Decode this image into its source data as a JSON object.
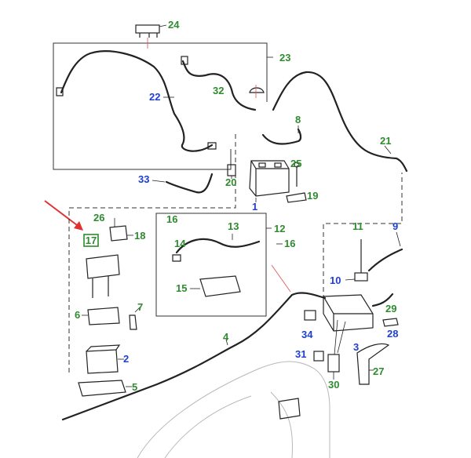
{
  "callouts": [
    {
      "n": "24",
      "c": "g"
    },
    {
      "n": "23",
      "c": "g"
    },
    {
      "n": "22",
      "c": "b"
    },
    {
      "n": "32",
      "c": "g"
    },
    {
      "n": "8",
      "c": "g"
    },
    {
      "n": "21",
      "c": "g"
    },
    {
      "n": "33",
      "c": "b"
    },
    {
      "n": "20",
      "c": "g"
    },
    {
      "n": "25",
      "c": "g"
    },
    {
      "n": "19",
      "c": "g"
    },
    {
      "n": "1",
      "c": "b"
    },
    {
      "n": "26",
      "c": "g"
    },
    {
      "n": "18",
      "c": "g"
    },
    {
      "n": "16",
      "c": "g"
    },
    {
      "n": "16",
      "c": "g"
    },
    {
      "n": "13",
      "c": "g"
    },
    {
      "n": "12",
      "c": "g"
    },
    {
      "n": "14",
      "c": "g"
    },
    {
      "n": "11",
      "c": "g"
    },
    {
      "n": "9",
      "c": "b"
    },
    {
      "n": "10",
      "c": "b"
    },
    {
      "n": "15",
      "c": "g"
    },
    {
      "n": "29",
      "c": "g"
    },
    {
      "n": "6",
      "c": "g"
    },
    {
      "n": "7",
      "c": "g"
    },
    {
      "n": "34",
      "c": "b"
    },
    {
      "n": "28",
      "c": "b"
    },
    {
      "n": "4",
      "c": "g"
    },
    {
      "n": "3",
      "c": "b"
    },
    {
      "n": "2",
      "c": "b"
    },
    {
      "n": "31",
      "c": "b"
    },
    {
      "n": "27",
      "c": "g"
    },
    {
      "n": "5",
      "c": "g"
    },
    {
      "n": "30",
      "c": "g"
    }
  ],
  "highlight": {
    "n": "17"
  },
  "colors": {
    "green": "#2e8b2e",
    "blue": "#1f3fd0",
    "highlight": "#2e8b2e",
    "arrow": "#e03030"
  }
}
